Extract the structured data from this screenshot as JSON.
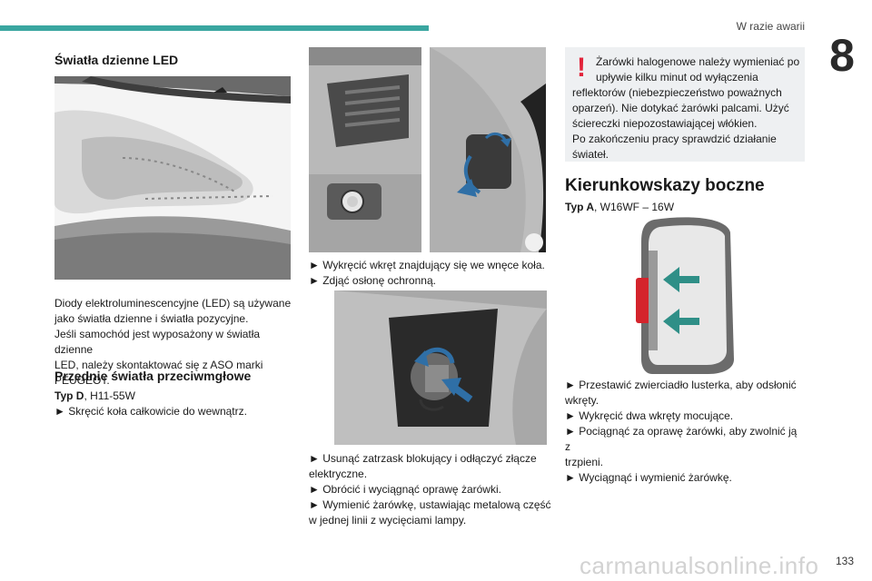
{
  "header": {
    "section_title": "W razie awarii",
    "chapter_number": "8",
    "accent_color": "#3aa6a0"
  },
  "col1": {
    "heading_drl": "Światła dzienne LED",
    "drl_text": [
      "Diody elektroluminescencyjne (LED) są używane",
      "jako światła dzienne i światła pozycyjne.",
      "Jeśli samochód jest wyposażony w światła dzienne",
      "LED, należy skontaktować się z ASO marki",
      "PEUGEOT."
    ],
    "heading_fog": "Przednie światła przeciwmgłowe",
    "fog_type_label": "Typ D",
    "fog_type_value": ", H11-55W",
    "fog_step": "► Skręcić koła całkowicie do wewnątrz."
  },
  "col2": {
    "steps_a": [
      "► Wykręcić wkręt znajdujący się we wnęce koła.",
      "► Zdjąć osłonę ochronną."
    ],
    "steps_b": [
      "► Usunąć zatrzask blokujący i odłączyć złącze",
      "elektryczne.",
      "► Obrócić i wyciągnąć oprawę żarówki.",
      "► Wymienić żarówkę, ustawiając metalową część",
      "w jednej linii z wycięciami lampy."
    ]
  },
  "col3": {
    "warning_icon": "exclamation-icon",
    "warning_color": "#e2233a",
    "warning_lines": [
      "Żarówki halogenowe należy wymieniać po",
      "upływie kilku minut od wyłączenia",
      "reflektorów (niebezpieczeństwo poważnych",
      "oparzeń). Nie dotykać żarówki palcami. Użyć",
      "ściereczki niepozostawiającej włókien.",
      "Po zakończeniu pracy sprawdzić działanie",
      "świateł."
    ],
    "heading_indicators": "Kierunkowskazy boczne",
    "ind_type_label": "Typ A",
    "ind_type_value": ", W16WF – 16W",
    "steps": [
      "► Przestawić zwierciadło lusterka, aby odsłonić",
      "wkręty.",
      "► Wykręcić dwa wkręty mocujące.",
      "► Pociągnąć za oprawę żarówki, aby zwolnić ją z",
      "trzpieni.",
      "► Wyciągnąć i wymienić żarówkę."
    ]
  },
  "footer": {
    "page_number": "133",
    "watermark": "carmanualsonline.info"
  }
}
